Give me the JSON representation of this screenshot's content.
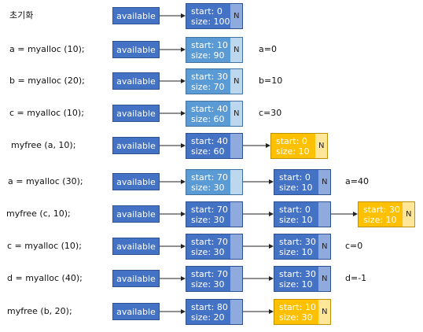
{
  "available_label": "available",
  "rows": [
    {
      "op": "초기화",
      "nodes": [
        {
          "start": "start: 0",
          "size": "size: 100",
          "flag": "N",
          "kind": "dark"
        }
      ],
      "result": ""
    },
    {
      "op": "a = myalloc (10);",
      "nodes": [
        {
          "start": "start: 10",
          "size": "size: 90",
          "flag": "N",
          "kind": "light"
        }
      ],
      "result": "a=0"
    },
    {
      "op": "b = myalloc (20);",
      "nodes": [
        {
          "start": "start: 30",
          "size": "size: 70",
          "flag": "N",
          "kind": "light"
        }
      ],
      "result": "b=10"
    },
    {
      "op": "c = myalloc (10);",
      "nodes": [
        {
          "start": "start: 40",
          "size": "size: 60",
          "flag": "N",
          "kind": "light"
        }
      ],
      "result": "c=30"
    },
    {
      "op": "myfree (a, 10);",
      "nodes": [
        {
          "start": "start: 40",
          "size": "size: 60",
          "flag": "",
          "kind": "mixed"
        },
        {
          "start": "start: 0",
          "size": "size: 10",
          "flag": "N",
          "kind": "used"
        }
      ],
      "result": ""
    },
    {
      "op": "a = myalloc (30);",
      "nodes": [
        {
          "start": "start: 70",
          "size": "size: 30",
          "flag": "",
          "kind": "light"
        },
        {
          "start": "start: 0",
          "size": "size: 10",
          "flag": "N",
          "kind": "dark"
        }
      ],
      "result": "a=40"
    },
    {
      "op": "myfree (c, 10);",
      "nodes": [
        {
          "start": "start: 70",
          "size": "size: 30",
          "flag": "",
          "kind": "dark"
        },
        {
          "start": "start: 0",
          "size": "size: 10",
          "flag": "",
          "kind": "dark"
        },
        {
          "start": "start: 30",
          "size": "size: 10",
          "flag": "N",
          "kind": "used"
        }
      ],
      "result": ""
    },
    {
      "op": "c = myalloc (10);",
      "nodes": [
        {
          "start": "start: 70",
          "size": "size: 30",
          "flag": "",
          "kind": "dark"
        },
        {
          "start": "start: 30",
          "size": "size: 10",
          "flag": "N",
          "kind": "dark"
        }
      ],
      "result": "c=0"
    },
    {
      "op": "d = myalloc (40);",
      "nodes": [
        {
          "start": "start: 70",
          "size": "size: 30",
          "flag": "",
          "kind": "dark"
        },
        {
          "start": "start: 30",
          "size": "size: 10",
          "flag": "N",
          "kind": "dark"
        }
      ],
      "result": "d=-1"
    },
    {
      "op": "myfree (b, 20);",
      "nodes": [
        {
          "start": "start: 80",
          "size": "size: 20",
          "flag": "",
          "kind": "dark"
        },
        {
          "start": "start: 10",
          "size": "size: 30",
          "flag": "N",
          "kind": "used"
        }
      ],
      "result": ""
    }
  ]
}
